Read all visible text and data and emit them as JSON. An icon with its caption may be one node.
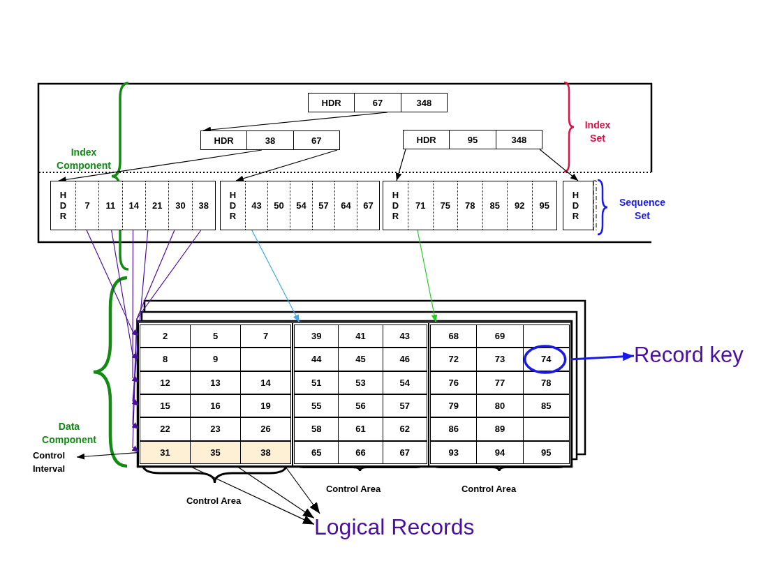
{
  "diagram": {
    "nodes": [
      {
        "text": [
          "HDR",
          "67",
          "348"
        ]
      },
      {
        "text": [
          "HDR",
          "38",
          "67"
        ]
      },
      {
        "text": [
          "HDR",
          "95",
          "348"
        ]
      },
      {
        "text": [
          "HDR",
          "7",
          "11",
          "14",
          "21",
          "30",
          "38"
        ]
      },
      {
        "text": [
          "HDR",
          "43",
          "50",
          "54",
          "57",
          "64",
          "67"
        ]
      },
      {
        "text": [
          "HDR",
          "71",
          "75",
          "78",
          "85",
          "92",
          "95"
        ]
      },
      {
        "text": [
          "HDR"
        ]
      },
      {
        "text": [],
        "shape": "box",
        "beside": [
          "Control Area"
        ]
      },
      {
        "text": [
          "2",
          "5",
          "7"
        ],
        "in": 7
      },
      {
        "text": [
          "8",
          "9"
        ],
        "in": 7
      },
      {
        "text": [
          "12",
          "13",
          "14"
        ],
        "in": 7
      },
      {
        "text": [
          "15",
          "16",
          "19"
        ],
        "in": 7
      },
      {
        "text": [
          "22",
          "23",
          "26"
        ],
        "in": 7
      },
      {
        "text": [
          "31",
          "35",
          "38"
        ],
        "in": 7
      },
      {
        "text": [],
        "shape": "box",
        "beside": [
          "Control Area"
        ]
      },
      {
        "text": [
          "39",
          "41",
          "43"
        ],
        "in": 14
      },
      {
        "text": [
          "44",
          "45",
          "46"
        ],
        "in": 14
      },
      {
        "text": [
          "51",
          "53",
          "54"
        ],
        "in": 14
      },
      {
        "text": [
          "55",
          "56",
          "57"
        ],
        "in": 14
      },
      {
        "text": [
          "58",
          "61",
          "62"
        ],
        "in": 14
      },
      {
        "text": [
          "65",
          "66",
          "67"
        ],
        "in": 14
      },
      {
        "text": [],
        "shape": "box",
        "beside": [
          "Control Area"
        ]
      },
      {
        "text": [
          "68",
          "69"
        ],
        "in": 21
      },
      {
        "text": [
          "72",
          "73",
          "74"
        ],
        "in": 21
      },
      {
        "text": [
          "76",
          "77",
          "78"
        ],
        "in": 21
      },
      {
        "text": [
          "79",
          "80",
          "85"
        ],
        "in": 21
      },
      {
        "text": [
          "86",
          "89"
        ],
        "in": 21
      },
      {
        "text": [
          "93",
          "94",
          "95"
        ],
        "in": 21
      },
      {
        "text": [
          "Record key"
        ]
      },
      {
        "text": [
          "Control Interval"
        ]
      },
      {
        "text": [
          "Logical Records"
        ]
      }
    ],
    "edges": [
      {
        "from": 0,
        "to": 1,
        "arrow": "to"
      },
      {
        "from": 1,
        "to": 3,
        "arrow": "to"
      },
      {
        "from": 1,
        "to": 4,
        "arrow": "to"
      },
      {
        "from": 2,
        "to": 5,
        "arrow": "to"
      },
      {
        "from": 2,
        "to": 6,
        "arrow": "to"
      },
      {
        "from": 3,
        "to": 8,
        "arrow": "to",
        "color": "#4b0fa0"
      },
      {
        "from": 3,
        "to": 9,
        "arrow": "to",
        "color": "#4b0fa0"
      },
      {
        "from": 3,
        "to": 10,
        "arrow": "to",
        "color": "#4b0fa0"
      },
      {
        "from": 3,
        "to": 11,
        "arrow": "to",
        "color": "#4b0fa0"
      },
      {
        "from": 3,
        "to": 12,
        "arrow": "to",
        "color": "#4b0fa0"
      },
      {
        "from": 3,
        "to": 13,
        "arrow": "to",
        "color": "#4b0fa0"
      },
      {
        "from": 4,
        "to": 14,
        "arrow": "to",
        "color": "#3aa8f0"
      },
      {
        "from": 5,
        "to": 21,
        "arrow": "to",
        "color": "#22cc22"
      },
      {
        "from": 23,
        "to": 28,
        "arrow": "to",
        "style": "thick",
        "color": "#1a1ae6"
      },
      {
        "from": 13,
        "to": 29,
        "arrow": "to"
      },
      {
        "from": 13,
        "to": 30,
        "arrow": "to"
      },
      {
        "from": 13,
        "to": 30,
        "arrow": "to"
      },
      {
        "from": 13,
        "to": 30,
        "arrow": "to"
      }
    ],
    "labels": [
      "Index Set",
      "Index Component",
      "Sequence Set",
      "Data Component"
    ]
  }
}
